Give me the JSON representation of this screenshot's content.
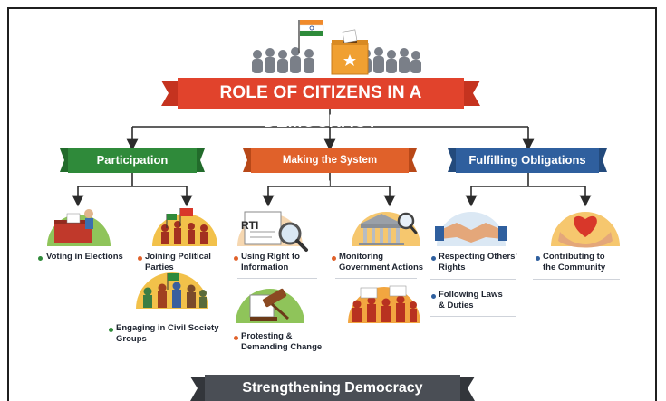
{
  "title": "ROLE OF CITIZENS IN A DEMOCRACY",
  "categories": [
    {
      "label": "Participation",
      "color": "#2f8a3a"
    },
    {
      "label": "Making the System Accountable",
      "color": "#e0612a"
    },
    {
      "label": "Fulfilling Obligations",
      "color": "#2f5f9e"
    }
  ],
  "items": {
    "voting": "Voting in Elections",
    "parties": "Joining Political Parties",
    "civil": "Engaging in Civil Society Groups",
    "rti_line1": "Using Right to",
    "rti_line2": "Information",
    "monitor_line1": "Monitoring",
    "monitor_line2": "Government Actions",
    "protest_line1": "Protesting &",
    "protest_line2": "Demanding Change",
    "respect_line1": "Respecting Others'",
    "respect_line2": "Rights",
    "laws_line1": "Following Laws",
    "laws_line2": "& Duties",
    "contrib_line1": "Contributing to",
    "contrib_line2": "the Community"
  },
  "rti_label": "RTI",
  "footer": "Strengthening Democracy",
  "icons": [
    "india-flag-icon",
    "ballot-box-icon",
    "crowd-icon",
    "voting-icon",
    "rally-icon",
    "civil-society-icon",
    "rti-document-icon",
    "monitoring-icon",
    "protest-icon",
    "gavel-icon",
    "handshake-icon",
    "heart-hands-icon"
  ],
  "colors": {
    "green": "#2f8a3a",
    "orange": "#e0612a",
    "blue": "#2f5f9e",
    "red_banner": "#e1432c",
    "footer": "#4a4e55"
  }
}
